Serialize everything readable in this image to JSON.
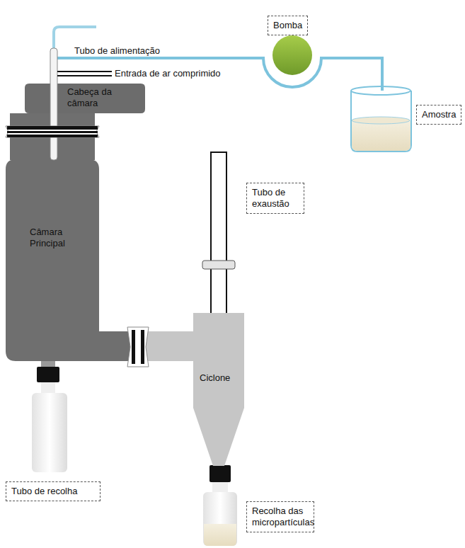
{
  "diagram": {
    "nodes": [
      {
        "text": [
          "Bomba"
        ]
      },
      {
        "text": [
          "Cabeça da câmara"
        ]
      },
      {
        "text": [
          "Amostra"
        ]
      },
      {
        "text": [
          "Tubo de exaustão"
        ]
      },
      {
        "text": [
          "Câmara Principal"
        ]
      },
      {
        "text": [
          "Ciclone"
        ]
      },
      {
        "text": [
          "Tubo de recolha"
        ]
      },
      {
        "text": [
          "Recolha das micropartículas"
        ]
      }
    ],
    "edges": [
      {
        "from": 4,
        "to": 5,
        "arrow": "none"
      }
    ],
    "labels": [
      "Tubo de alimentação",
      "Entrada de ar comprimido"
    ]
  }
}
